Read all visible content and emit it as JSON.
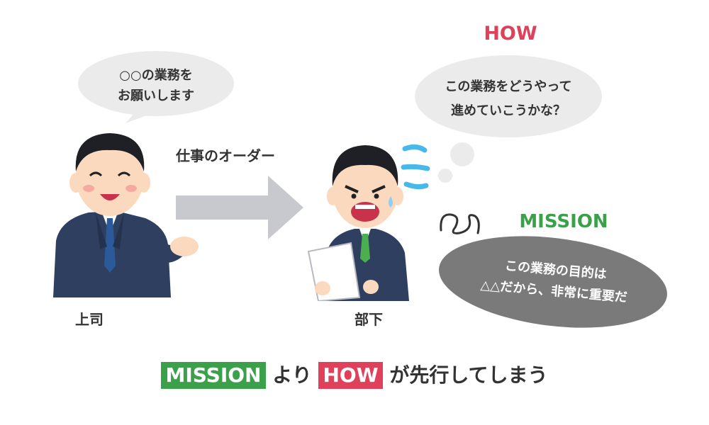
{
  "boss": {
    "speech_line1": "○○の業務を",
    "speech_line2": "お願いします",
    "label": "上司"
  },
  "order_label": "仕事のオーダー",
  "subordinate": {
    "label": "部下"
  },
  "how": {
    "label": "HOW",
    "thought_line1": "この業務をどうやって",
    "thought_line2": "進めていこうかな？"
  },
  "mission": {
    "label": "MISSION",
    "thought_line1": "この業務の目的は",
    "thought_line2": "△△だから、非常に重要だ"
  },
  "caption": {
    "mission_tag": "MISSION",
    "part1": "より",
    "how_tag": "HOW",
    "part2": "が先行してしまう"
  },
  "colors": {
    "how_red": "#e0405a",
    "mission_green": "#3aa04a",
    "speech_bubble_gray": "#ebebeb",
    "mission_bubble_gray": "#7a7a7a",
    "arrow_gray": "#c8c8cf",
    "suit_navy": "#2f3f5f"
  },
  "icons": {
    "boss": "smiling-businessman-gesturing-icon",
    "subordinate": "stressed-businessman-holding-paper-icon",
    "sweat": "sweat-drops-icon",
    "swirl": "confusion-swirl-icon"
  }
}
